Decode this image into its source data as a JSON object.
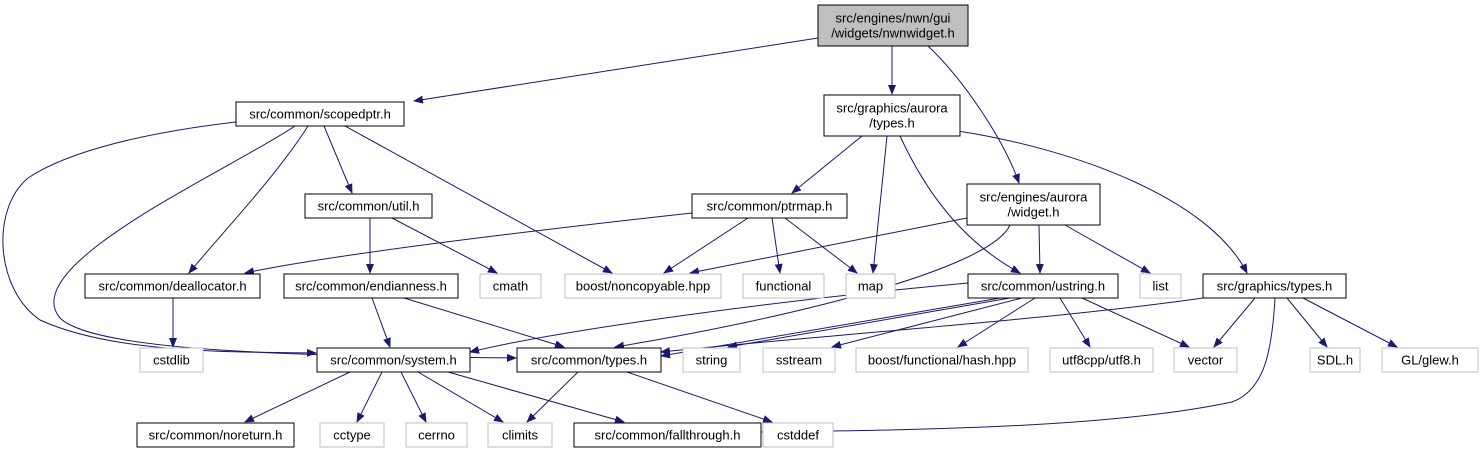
{
  "colors": {
    "edge": "#191970",
    "node_border": "#000000",
    "system_border": "#bfbfbf",
    "root_fill": "#bfbfbf",
    "node_fill": "#ffffff",
    "text": "#000000"
  },
  "nodes": [
    {
      "id": "nwnwidget",
      "lines": [
        "src/engines/nwn/gui",
        "/widgets/nwnwidget.h"
      ],
      "kind": "root"
    },
    {
      "id": "scopedptr",
      "lines": [
        "src/common/scopedptr.h"
      ],
      "kind": "header"
    },
    {
      "id": "aurora_types",
      "lines": [
        "src/graphics/aurora",
        "/types.h"
      ],
      "kind": "header"
    },
    {
      "id": "widget",
      "lines": [
        "src/engines/aurora",
        "/widget.h"
      ],
      "kind": "header"
    },
    {
      "id": "util",
      "lines": [
        "src/common/util.h"
      ],
      "kind": "header"
    },
    {
      "id": "ptrmap",
      "lines": [
        "src/common/ptrmap.h"
      ],
      "kind": "header"
    },
    {
      "id": "deallocator",
      "lines": [
        "src/common/deallocator.h"
      ],
      "kind": "header"
    },
    {
      "id": "endianness",
      "lines": [
        "src/common/endianness.h"
      ],
      "kind": "header"
    },
    {
      "id": "cmath",
      "lines": [
        "cmath"
      ],
      "kind": "system"
    },
    {
      "id": "noncopyable",
      "lines": [
        "boost/noncopyable.hpp"
      ],
      "kind": "system"
    },
    {
      "id": "functional",
      "lines": [
        "functional"
      ],
      "kind": "system"
    },
    {
      "id": "map",
      "lines": [
        "map"
      ],
      "kind": "system"
    },
    {
      "id": "ustring",
      "lines": [
        "src/common/ustring.h"
      ],
      "kind": "header"
    },
    {
      "id": "list",
      "lines": [
        "list"
      ],
      "kind": "system"
    },
    {
      "id": "gfx_types",
      "lines": [
        "src/graphics/types.h"
      ],
      "kind": "header"
    },
    {
      "id": "cstdlib",
      "lines": [
        "cstdlib"
      ],
      "kind": "system"
    },
    {
      "id": "system",
      "lines": [
        "src/common/system.h"
      ],
      "kind": "header"
    },
    {
      "id": "types",
      "lines": [
        "src/common/types.h"
      ],
      "kind": "header"
    },
    {
      "id": "string",
      "lines": [
        "string"
      ],
      "kind": "system"
    },
    {
      "id": "sstream",
      "lines": [
        "sstream"
      ],
      "kind": "system"
    },
    {
      "id": "hash",
      "lines": [
        "boost/functional/hash.hpp"
      ],
      "kind": "system"
    },
    {
      "id": "utf8",
      "lines": [
        "utf8cpp/utf8.h"
      ],
      "kind": "system"
    },
    {
      "id": "vector",
      "lines": [
        "vector"
      ],
      "kind": "system"
    },
    {
      "id": "sdl",
      "lines": [
        "SDL.h"
      ],
      "kind": "system"
    },
    {
      "id": "glew",
      "lines": [
        "GL/glew.h"
      ],
      "kind": "system"
    },
    {
      "id": "noreturn",
      "lines": [
        "src/common/noreturn.h"
      ],
      "kind": "header"
    },
    {
      "id": "cctype",
      "lines": [
        "cctype"
      ],
      "kind": "system"
    },
    {
      "id": "cerrno",
      "lines": [
        "cerrno"
      ],
      "kind": "system"
    },
    {
      "id": "climits",
      "lines": [
        "climits"
      ],
      "kind": "system"
    },
    {
      "id": "fallthrough",
      "lines": [
        "src/common/fallthrough.h"
      ],
      "kind": "header"
    },
    {
      "id": "cstddef",
      "lines": [
        "cstddef"
      ],
      "kind": "system"
    }
  ],
  "edges": [
    [
      "nwnwidget",
      "scopedptr"
    ],
    [
      "nwnwidget",
      "aurora_types"
    ],
    [
      "nwnwidget",
      "widget"
    ],
    [
      "scopedptr",
      "util"
    ],
    [
      "scopedptr",
      "deallocator"
    ],
    [
      "scopedptr",
      "noncopyable"
    ],
    [
      "scopedptr",
      "system"
    ],
    [
      "scopedptr",
      "types"
    ],
    [
      "aurora_types",
      "ptrmap"
    ],
    [
      "aurora_types",
      "map"
    ],
    [
      "aurora_types",
      "ustring"
    ],
    [
      "aurora_types",
      "gfx_types"
    ],
    [
      "widget",
      "noncopyable"
    ],
    [
      "widget",
      "list"
    ],
    [
      "widget",
      "ustring"
    ],
    [
      "widget",
      "types"
    ],
    [
      "util",
      "endianness"
    ],
    [
      "util",
      "cmath"
    ],
    [
      "ptrmap",
      "deallocator"
    ],
    [
      "ptrmap",
      "noncopyable"
    ],
    [
      "ptrmap",
      "functional"
    ],
    [
      "ptrmap",
      "map"
    ],
    [
      "deallocator",
      "cstdlib"
    ],
    [
      "endianness",
      "system"
    ],
    [
      "endianness",
      "types"
    ],
    [
      "ustring",
      "system"
    ],
    [
      "ustring",
      "types"
    ],
    [
      "ustring",
      "string"
    ],
    [
      "ustring",
      "sstream"
    ],
    [
      "ustring",
      "hash"
    ],
    [
      "ustring",
      "utf8"
    ],
    [
      "ustring",
      "vector"
    ],
    [
      "gfx_types",
      "types"
    ],
    [
      "gfx_types",
      "vector"
    ],
    [
      "gfx_types",
      "sdl"
    ],
    [
      "gfx_types",
      "glew"
    ],
    [
      "gfx_types",
      "fallthrough"
    ],
    [
      "system",
      "noreturn"
    ],
    [
      "system",
      "cctype"
    ],
    [
      "system",
      "cerrno"
    ],
    [
      "system",
      "climits"
    ],
    [
      "system",
      "fallthrough"
    ],
    [
      "types",
      "climits"
    ],
    [
      "types",
      "cstddef"
    ]
  ]
}
